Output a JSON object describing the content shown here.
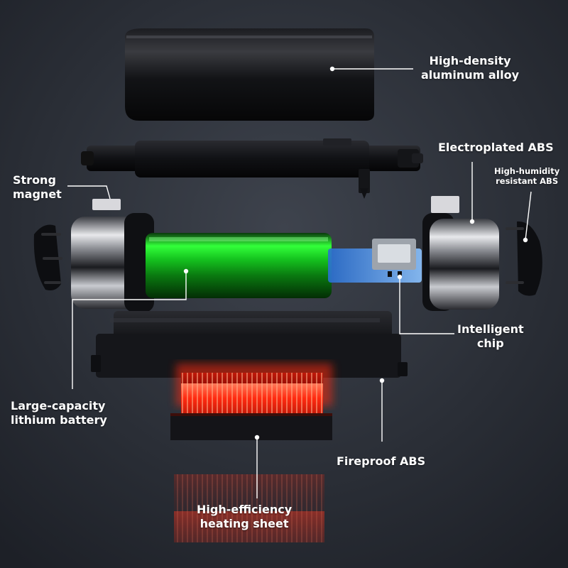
{
  "labels": {
    "aluminum": {
      "line1": "High-density",
      "line2": "aluminum alloy"
    },
    "electroplated": {
      "line1": "Electroplated ABS"
    },
    "humidity": {
      "line1": "High-humidity",
      "line2": "resistant ABS"
    },
    "magnet": {
      "line1": "Strong",
      "line2": "magnet"
    },
    "chip": {
      "line1": "Intelligent",
      "line2": "chip"
    },
    "battery": {
      "line1": "Large-capacity",
      "line2": "lithium battery"
    },
    "fireproof": {
      "line1": "Fireproof ABS"
    },
    "heating": {
      "line1": "High-efficiency",
      "line2": "heating sheet"
    }
  },
  "colors": {
    "background": "#2c2f37",
    "battery": "#1ecf2a",
    "heating": "#ff2a1a",
    "leader": "#ffffff"
  }
}
